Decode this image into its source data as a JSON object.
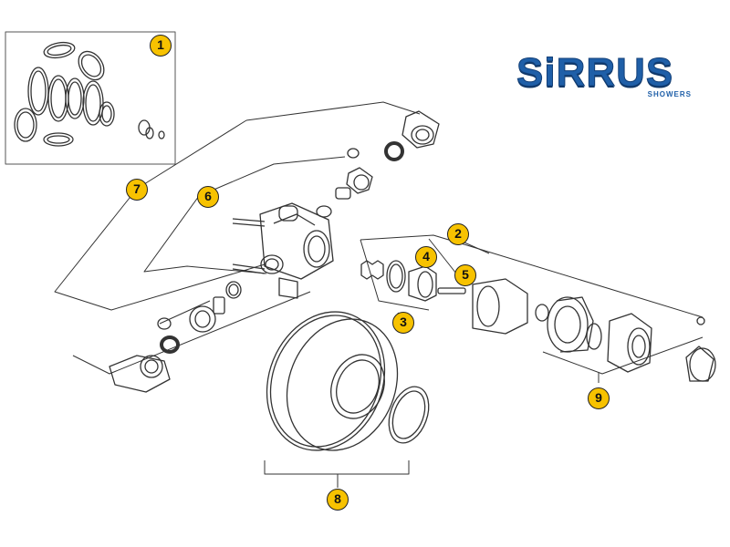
{
  "brand": {
    "name": "SiRRUS",
    "subtitle": "SHOWERS"
  },
  "callouts": [
    {
      "id": "callout-1",
      "label": "1"
    },
    {
      "id": "callout-2",
      "label": "2"
    },
    {
      "id": "callout-3",
      "label": "3"
    },
    {
      "id": "callout-4",
      "label": "4"
    },
    {
      "id": "callout-5",
      "label": "5"
    },
    {
      "id": "callout-6",
      "label": "6"
    },
    {
      "id": "callout-7",
      "label": "7"
    },
    {
      "id": "callout-8",
      "label": "8"
    },
    {
      "id": "callout-9",
      "label": "9"
    }
  ],
  "colors": {
    "brand_blue": "#1f5fa8",
    "callout_fill": "#f7c200",
    "line": "#333333"
  }
}
